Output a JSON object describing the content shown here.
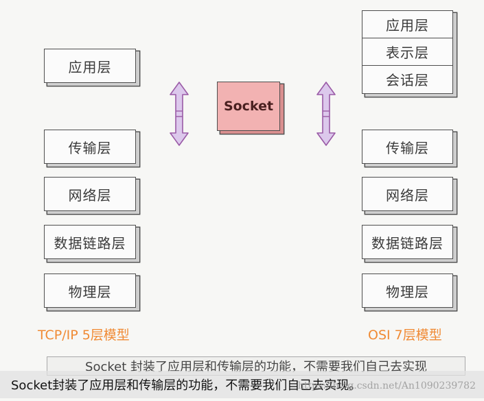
{
  "tcpip": {
    "layers": [
      "应用层",
      "传输层",
      "网络层",
      "数据链路层",
      "物理层"
    ],
    "label": "TCP/IP 5层模型"
  },
  "osi": {
    "top_layers": [
      "应用层",
      "表示层",
      "会话层"
    ],
    "layers": [
      "传输层",
      "网络层",
      "数据链路层",
      "物理层"
    ],
    "label": "OSI 7层模型"
  },
  "socket": {
    "label": "Socket"
  },
  "caption": "Socket 封装了应用层和传输层的功能，不需要我们自己去实现",
  "subtitle": "Socket封装了应用层和传输层的功能，不需要我们自己去实现。",
  "watermark": "https://blog.csdn.net/An1090239782",
  "colors": {
    "accent": "#f08a34",
    "socket_fill": "#f2b2b2",
    "arrow_fill": "#dcc8ec",
    "arrow_stroke": "#9a5aa6"
  }
}
